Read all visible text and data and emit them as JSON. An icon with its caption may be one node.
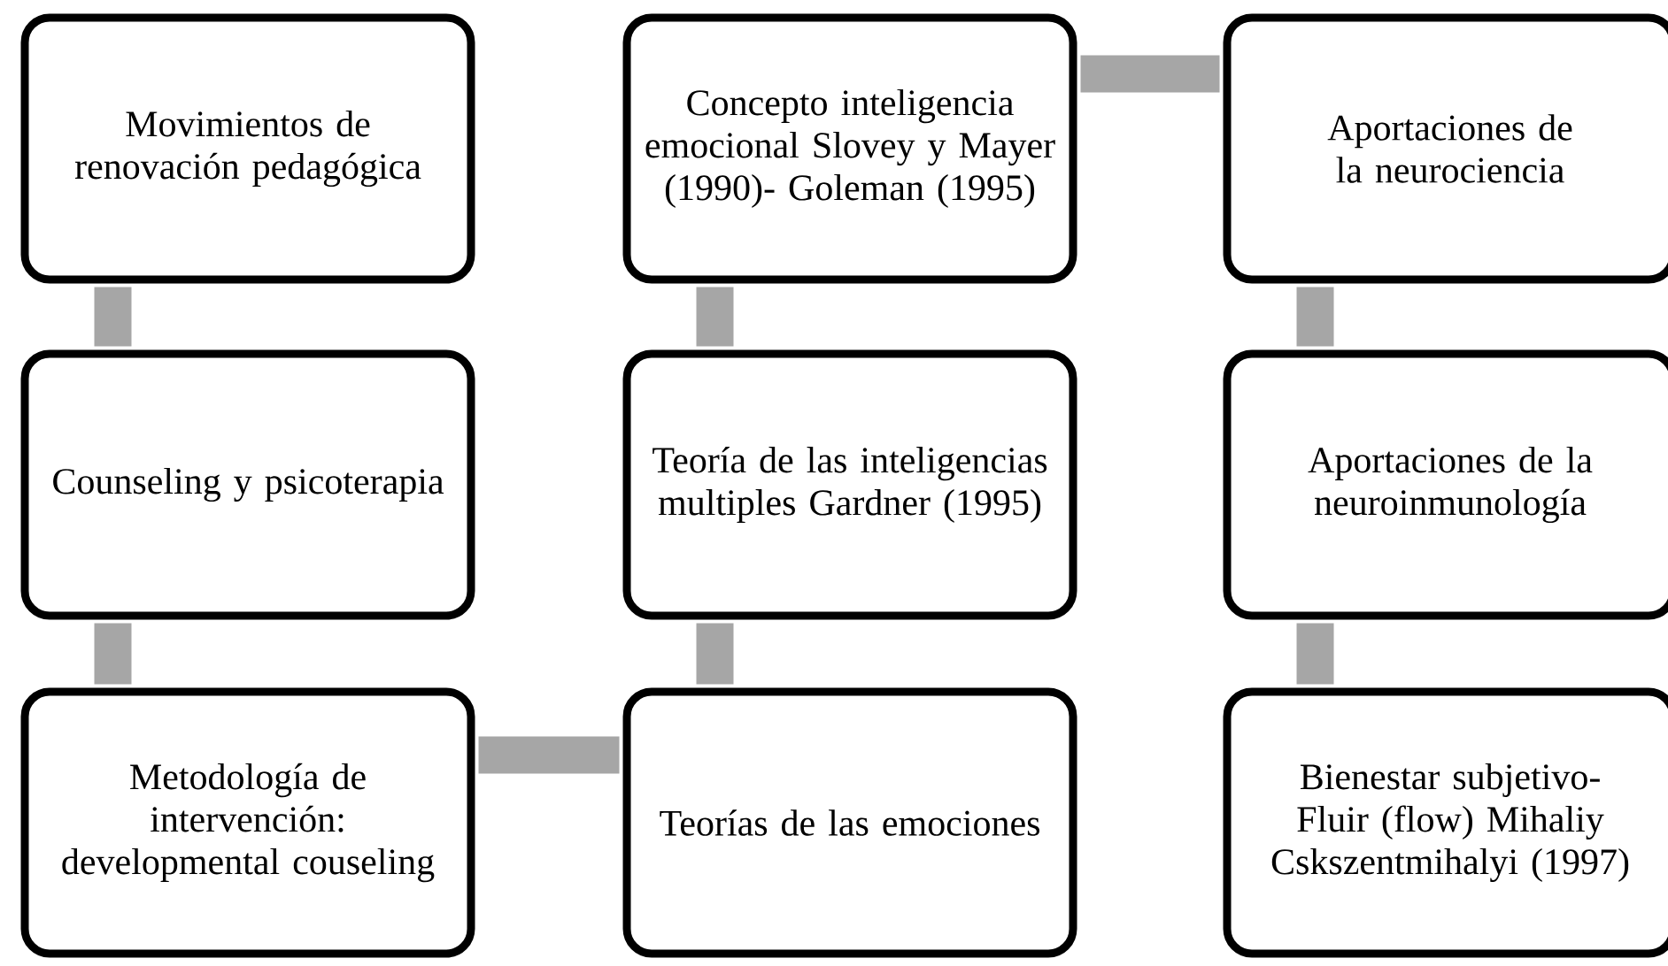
{
  "diagram": {
    "nodes": [
      {
        "text": [
          "Movimientos de renovación pedagógica"
        ]
      },
      {
        "text": [
          "Concepto inteligencia emocional Slovey y Mayer (1990)- Goleman (1995)"
        ]
      },
      {
        "text": [
          "Aportaciones de la neurociencia"
        ]
      },
      {
        "text": [
          "Counseling y psicoterapia"
        ]
      },
      {
        "text": [
          "Teoría de las inteligencias multiples Gardner (1995)"
        ]
      },
      {
        "text": [
          "Aportaciones de la neuroinmunología"
        ]
      },
      {
        "text": [
          "Metodología de intervención: developmental couseling"
        ]
      },
      {
        "text": [
          "Teorías de las emociones"
        ]
      },
      {
        "text": [
          "Bienestar subjetivo- Fluir (flow) Mihaliy Cskszentmihalyi (1997)"
        ]
      }
    ],
    "edges": [
      {
        "from": 0,
        "to": 3,
        "arrow": "none"
      },
      {
        "from": 3,
        "to": 6,
        "arrow": "none"
      },
      {
        "from": 6,
        "to": 7,
        "arrow": "none"
      },
      {
        "from": 7,
        "to": 4,
        "arrow": "none"
      },
      {
        "from": 4,
        "to": 1,
        "arrow": "none"
      },
      {
        "from": 1,
        "to": 2,
        "arrow": "none"
      },
      {
        "from": 2,
        "to": 5,
        "arrow": "none"
      },
      {
        "from": 5,
        "to": 8,
        "arrow": "none"
      }
    ]
  }
}
